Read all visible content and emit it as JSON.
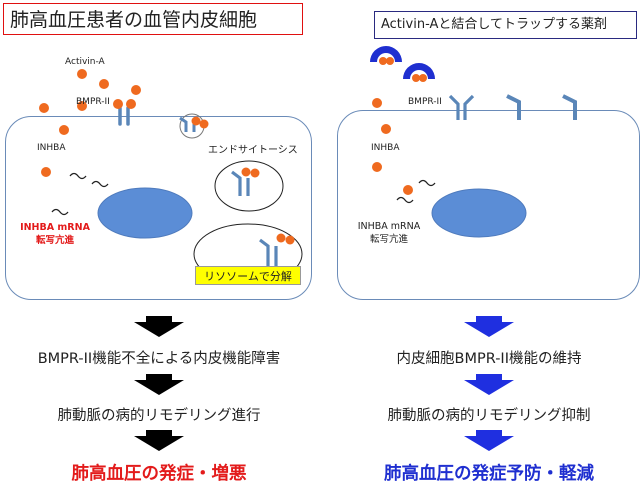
{
  "left_panel": {
    "title": "肺高血圧患者の血管内皮細胞",
    "activin_label": "Activin-A",
    "bmpr_label": "BMPR-II",
    "inhba_label": "INHBA",
    "endocytosis_label": "エンドサイトーシス",
    "mrna_label_line1": "INHBA mRNA",
    "mrna_label_line2": "転写亢進",
    "lysosome_label": "リソソームで分解",
    "flow": {
      "step1": "BMPR-II機能不全による内皮機能障害",
      "step2": "肺動脈の病的リモデリング進行",
      "result": "肺高血圧の発症・増悪"
    }
  },
  "right_panel": {
    "title": "Activin-Aと結合してトラップする薬剤",
    "bmpr_label": "BMPR-II",
    "inhba_label": "INHBA",
    "mrna_label_line1": "INHBA mRNA",
    "mrna_label_line2": "転写亢進",
    "flow": {
      "step1": "内皮細胞BMPR-II機能の維持",
      "step2": "肺動脈の病的リモデリング抑制",
      "result": "肺高血圧の発症予防・軽減"
    }
  },
  "colors": {
    "left_title_border": "#e01010",
    "right_title_border": "#2a2a80",
    "cell_border": "#6a8bb8",
    "nucleus": "#5b8dd6",
    "activin_dot": "#ef6a1f",
    "receptor": "#5a86b8",
    "trap_drug": "#1f2fd0",
    "left_arrow": "#000000",
    "right_arrow": "#1f2fe0",
    "left_result": "#e31b1b",
    "right_result": "#1f2fd0",
    "lysosome_label_bg": "#ffff00"
  }
}
